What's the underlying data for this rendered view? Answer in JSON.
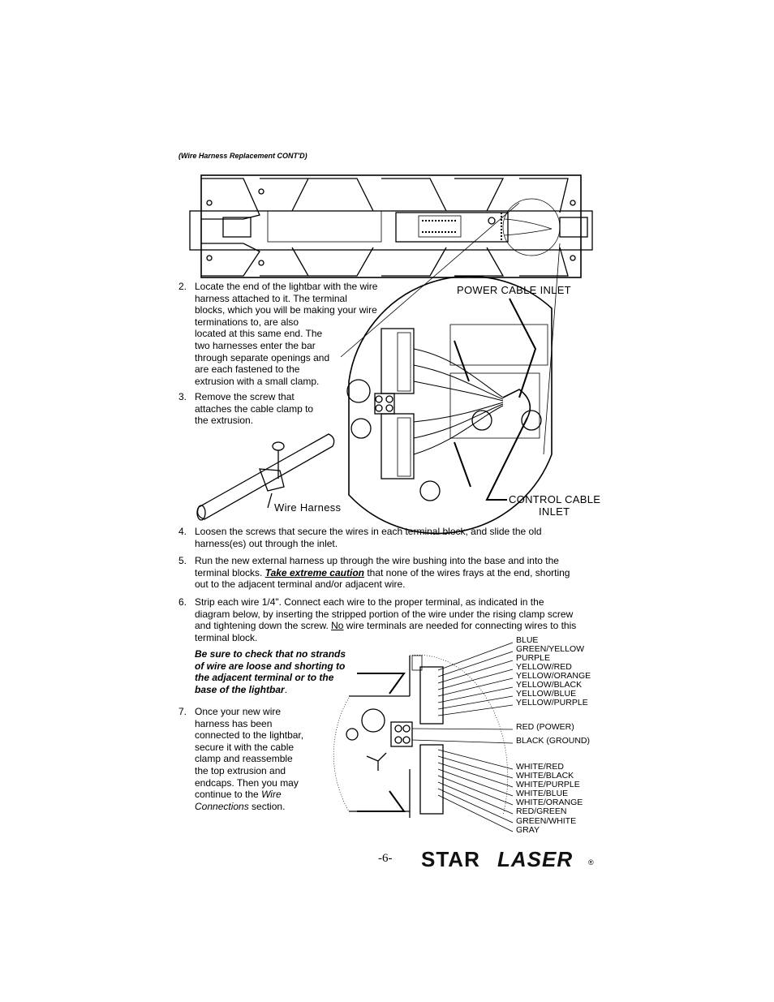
{
  "header": {
    "title": "(Wire Harness Replacement CONT'D)"
  },
  "steps": [
    {
      "num": "2.",
      "lines": [
        "Locate the end of the lightbar with the wire",
        "harness attached to it.  The terminal",
        "blocks, which you will be making your wire",
        "terminations to, are also",
        "located at this same end.  The",
        "two harnesses enter the bar",
        "through separate openings and",
        "are each fastened to the",
        "extrusion with a small clamp."
      ]
    },
    {
      "num": "3.",
      "lines": [
        "Remove the screw that",
        "attaches the cable clamp to",
        "the extrusion."
      ]
    },
    {
      "num": "4.",
      "lines": [
        "Loosen the screws that secure the wires in each terminal block, and slide the old",
        "harness(es) out through the inlet."
      ]
    },
    {
      "num": "5.",
      "line1_a": "Run the new external harness up through the wire bushing into the base and into the",
      "line2_a": "terminal blocks.  ",
      "line2_em": "Take extreme caution",
      "line2_b": " that none of the wires frays at the end, shorting",
      "line3": "out to the adjacent terminal and/or adjacent wire."
    },
    {
      "num": "6.",
      "line1": "Strip each wire 1/4\".  Connect each wire to the proper terminal, as indicated in the",
      "line2": "diagram below, by inserting the stripped portion of the wire under the rising clamp screw",
      "line3_a": "and tightening down the screw.  ",
      "line3_u": "No",
      "line3_b": " wire terminals are needed for connecting wires to this",
      "line4": "terminal block."
    },
    {
      "num": "7.",
      "lines": [
        "Once your new wire",
        "harness has been",
        "connected to the lightbar,",
        "secure it with the cable",
        "clamp and reassemble",
        "the top extrusion and",
        "endcaps.  Then you may"
      ],
      "line8_a": "continue to the ",
      "line8_em": "Wire",
      "line9_em": "Connections",
      "line9_b": " section."
    }
  ],
  "caution": {
    "lines": [
      "Be sure to check that no strands",
      "of wire are loose and shorting to",
      "the adjacent terminal or to the"
    ],
    "last_a": "base of the lightbar",
    "last_b": "."
  },
  "figure_labels": {
    "power_inlet": "POWER CABLE INLET",
    "control_inlet_1": "CONTROL CABLE",
    "control_inlet_2": "INLET",
    "wire_harness": "Wire Harness"
  },
  "wire_colors_top": [
    "BLUE",
    "GREEN/YELLOW",
    "PURPLE",
    "YELLOW/RED",
    "YELLOW/ORANGE",
    "YELLOW/BLACK",
    "YELLOW/BLUE",
    "YELLOW/PURPLE"
  ],
  "wire_power": [
    "RED (POWER)",
    "BLACK (GROUND)"
  ],
  "wire_colors_bottom": [
    "WHITE/RED",
    "WHITE/BLACK",
    "WHITE/PURPLE",
    "WHITE/BLUE",
    "WHITE/ORANGE",
    "RED/GREEN",
    "GREEN/WHITE",
    "GRAY"
  ],
  "footer": {
    "page_number": "-6-",
    "brand_star": "STAR",
    "brand_laser": "LASER",
    "brand_reg": "®"
  }
}
